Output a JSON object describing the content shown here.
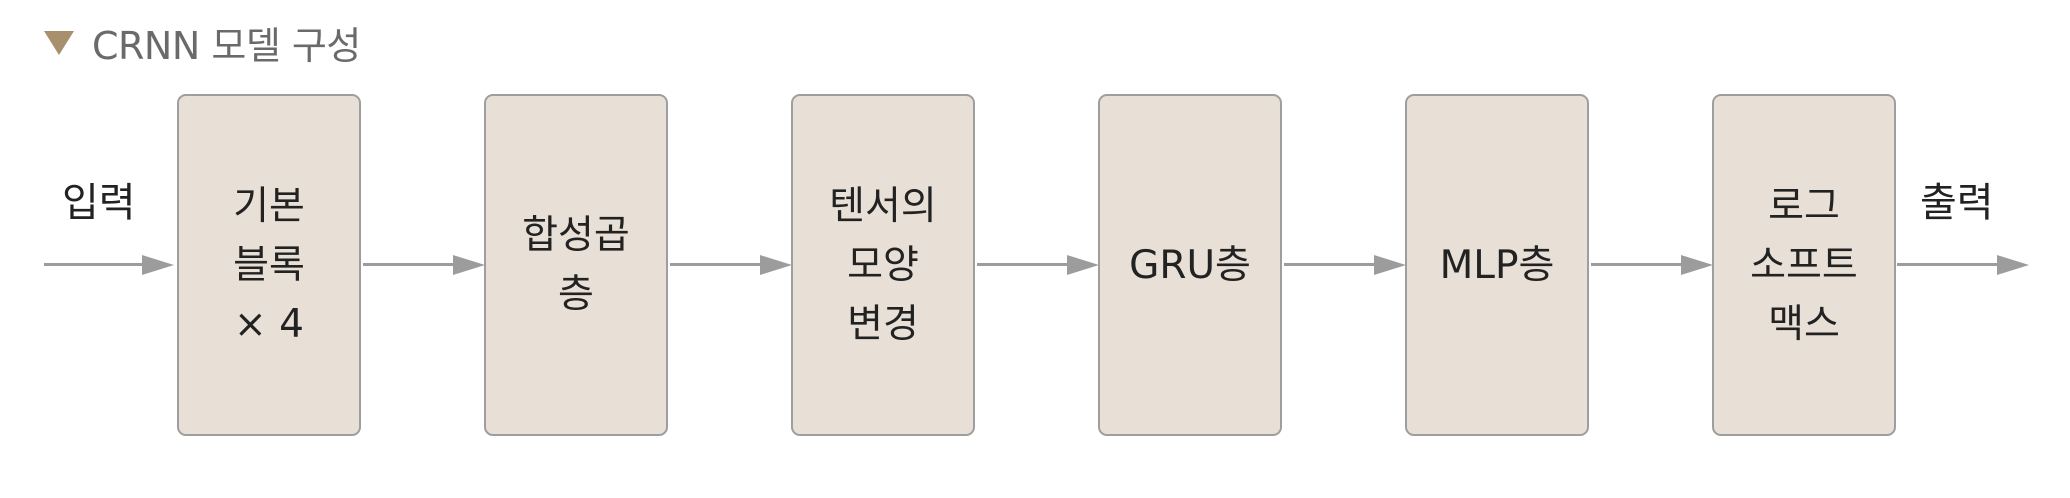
{
  "header": {
    "title": "CRNN 모델 구성",
    "marker_icon": "triangle-down-icon",
    "marker_color": "#a88f6e"
  },
  "diagram": {
    "input_label": "입력",
    "output_label": "출력",
    "block_fill": "#e8e0d6",
    "block_border": "#9e9e9e",
    "arrow_color": "#9c9c9c",
    "blocks": [
      {
        "label": "기본\n블록\n× 4"
      },
      {
        "label": "합성곱\n층"
      },
      {
        "label": "텐서의\n모양\n변경"
      },
      {
        "label": "GRU층"
      },
      {
        "label": "MLP층"
      },
      {
        "label": "로그\n소프트\n맥스"
      }
    ]
  }
}
